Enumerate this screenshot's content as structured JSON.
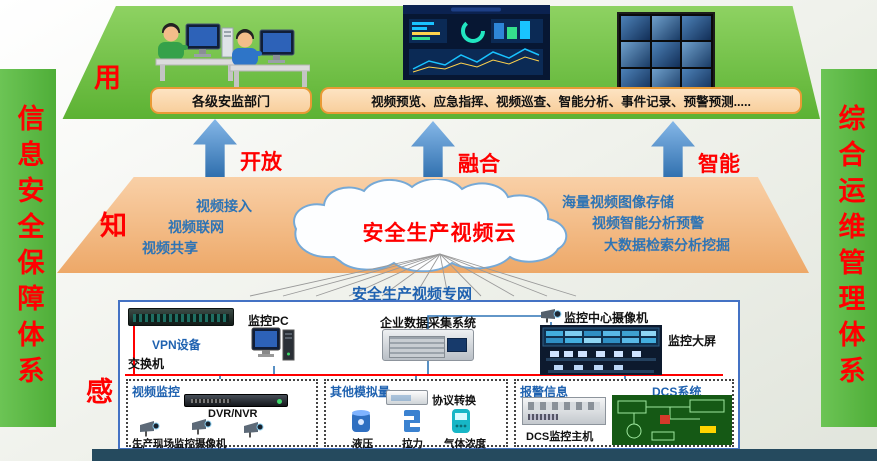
{
  "banners": {
    "left": "信息安全保障体系",
    "right": "综合运维管理体系"
  },
  "layer_labels": {
    "use": "用",
    "know": "知",
    "sense": "感"
  },
  "top_layer": {
    "dept_box": "各级安监部门",
    "functions_box": "视频预览、应急指挥、视频巡查、智能分析、事件记录、预警预测....."
  },
  "arrows": {
    "open": "开放",
    "fusion": "融合",
    "intelligent": "智能"
  },
  "cloud": {
    "title": "安全生产视频云",
    "left_items": [
      "视频接入",
      "视频联网",
      "视频共享"
    ],
    "right_items": [
      "海量视频图像存储",
      "视频智能分析预警",
      "大数据检索分析挖掘"
    ]
  },
  "network_label": "安全生产视频专网",
  "perception": {
    "switch": "交换机",
    "vpn": "VPN设备",
    "pc": "监控PC",
    "daq": "企业数据采集系统",
    "center_camera": "监控中心摄像机",
    "big_screen": "监控大屏",
    "video_group": {
      "title": "视频监控",
      "dvr": "DVR/NVR",
      "cameras": "生产现场监控摄像机"
    },
    "analog_group": {
      "title": "其他模拟量",
      "protocol": "协议转换",
      "sensors": [
        "液压",
        "拉力",
        "气体浓度"
      ]
    },
    "alarm_group": {
      "title": "报警信息",
      "dcs_host": "DCS监控主机",
      "dcs_system": "DCS系统"
    }
  },
  "colors": {
    "banner_green": "#5cb949",
    "layer_green": "#76c14b",
    "layer_orange": "#f5c392",
    "accent_red": "#ff0000",
    "text_blue": "#2e74b5",
    "box_border_blue": "#4472c4"
  }
}
